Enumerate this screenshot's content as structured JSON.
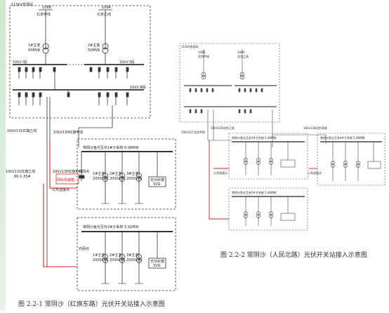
{
  "left": {
    "station_box": "110kV农场站",
    "feeder_1": "北京甲线",
    "feeder_1_no": "108B",
    "feeder_2": "北京乙线",
    "feeder_2_no": "109A",
    "transformer_1": "1#主变",
    "transformer_1_cap": "50MVA",
    "transformer_2": "2#主变",
    "transformer_2_cap": "50MVA",
    "bus_1": "10kV Ⅰ段",
    "bus_2": "10kV Ⅱ段",
    "bus_3": "10kV Ⅲ段",
    "line_131_a": "10kV131红旗乙线",
    "line_130_a": "10kV130红旗甲线",
    "line_131_b": "10kV131红旗乙线",
    "line_131_b_sub": "86-1-35#",
    "line_130_b": "10kV130红旗甲线",
    "red_note": "网科改装箱",
    "public_box": "公共连接点",
    "sub1_title": "常阴沙鱼光互补1#子系统 6.08MW",
    "sub2_title": "常阴沙鱼光互补2#子系统 5.91MW",
    "grid_label": "并网点",
    "tr_labels": [
      "1#主变",
      "2#主变",
      "3#主变"
    ],
    "tr_caps": [
      "2000kVA",
      "2000kVA",
      "2000kVA"
    ],
    "svg_box": "无功补偿",
    "svg_text": "SVG",
    "caption": "图 2.2-1 常阴沙（红旗东路）光伏开关站接入示意图"
  },
  "right": {
    "station_box": "110kV农场站",
    "feeder_1": "北京甲线",
    "feeder_2": "北京乙线",
    "feeder_1_no": "108B",
    "feeder_2_no": "109A",
    "line_a": "10kV127北京甲线",
    "line_b": "10kV128北京乙线",
    "line_c": "10kV138北京丙线",
    "box1_title": "常阴沙鱼光互补3#子系统 5.46MW",
    "box2_title": "常阴沙鱼光互补4#子系统 5.46MW",
    "box3_title": "常阴沙鱼光互补5#子系统 5.46MW",
    "public_box": "公共连接点",
    "caption": "图 2.2-2 常阴沙（人民北路）光伏开关站接入示意图"
  }
}
